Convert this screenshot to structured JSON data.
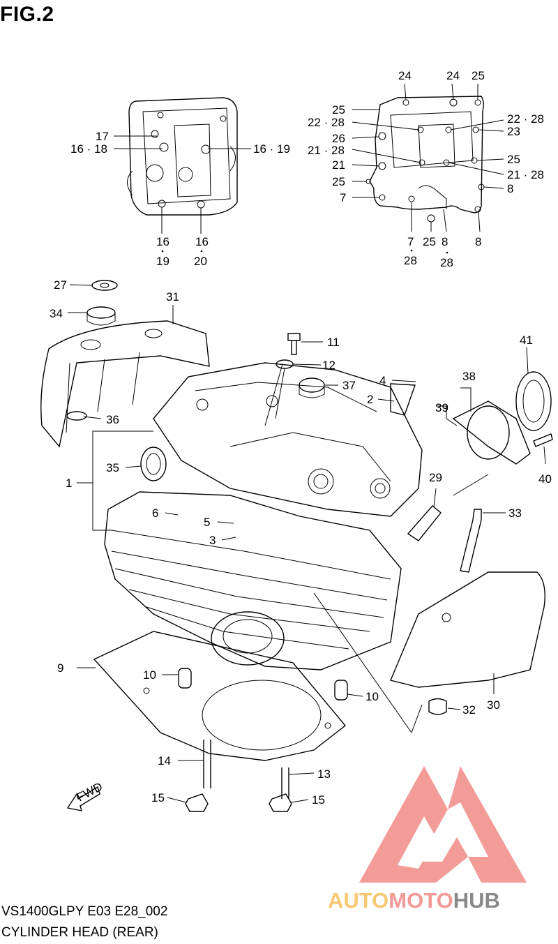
{
  "figure": {
    "title": "FIG.2"
  },
  "footer": {
    "model_code": "VS1400GLPY E03 E28_002",
    "section_name": "CYLINDER HEAD (REAR)"
  },
  "callouts": {
    "c1": "1",
    "c2": "2",
    "c3": "3",
    "c4": "4",
    "c5": "5",
    "c6": "6",
    "c7a": "7",
    "c7b": "7",
    "c8a": "8",
    "c8b": "8",
    "c8c": "8",
    "c9": "9",
    "c10a": "10",
    "c10b": "10",
    "c11": "11",
    "c12": "12",
    "c13": "13",
    "c14": "14",
    "c15a": "15",
    "c15b": "15",
    "c16_18": "16 · 18",
    "c16_19": "16 · 19",
    "c16a": "16",
    "c16b": "16",
    "c17": "17",
    "c19": "19",
    "c20": "20",
    "c21": "21",
    "c21_28a": "21 · 28",
    "c21_28b": "21 · 28",
    "c22_28a": "22 · 28",
    "c22_28b": "22 · 28",
    "c23": "23",
    "c24a": "24",
    "c24b": "24",
    "c25a": "25",
    "c25b": "25",
    "c25c": "25",
    "c25d": "25",
    "c25e": "25",
    "c26": "26",
    "c27": "27",
    "c28a": "28",
    "c28b": "28",
    "c29": "29",
    "c30": "30",
    "c31": "31",
    "c32": "32",
    "c33": "33",
    "c34": "34",
    "c35": "35",
    "c36": "36",
    "c37": "37",
    "c38": "38",
    "c39": "39",
    "c40": "40",
    "c41": "41"
  },
  "direction_marker": {
    "text": "FWD"
  },
  "watermark": {
    "brand_part1": "AUTO",
    "brand_part2": "MOTO",
    "brand_part3": "HUB",
    "colors": {
      "auto": "#f7c873",
      "moto": "#f29a96",
      "hub": "#8a8a8a",
      "triangle": "#f08a86"
    }
  }
}
